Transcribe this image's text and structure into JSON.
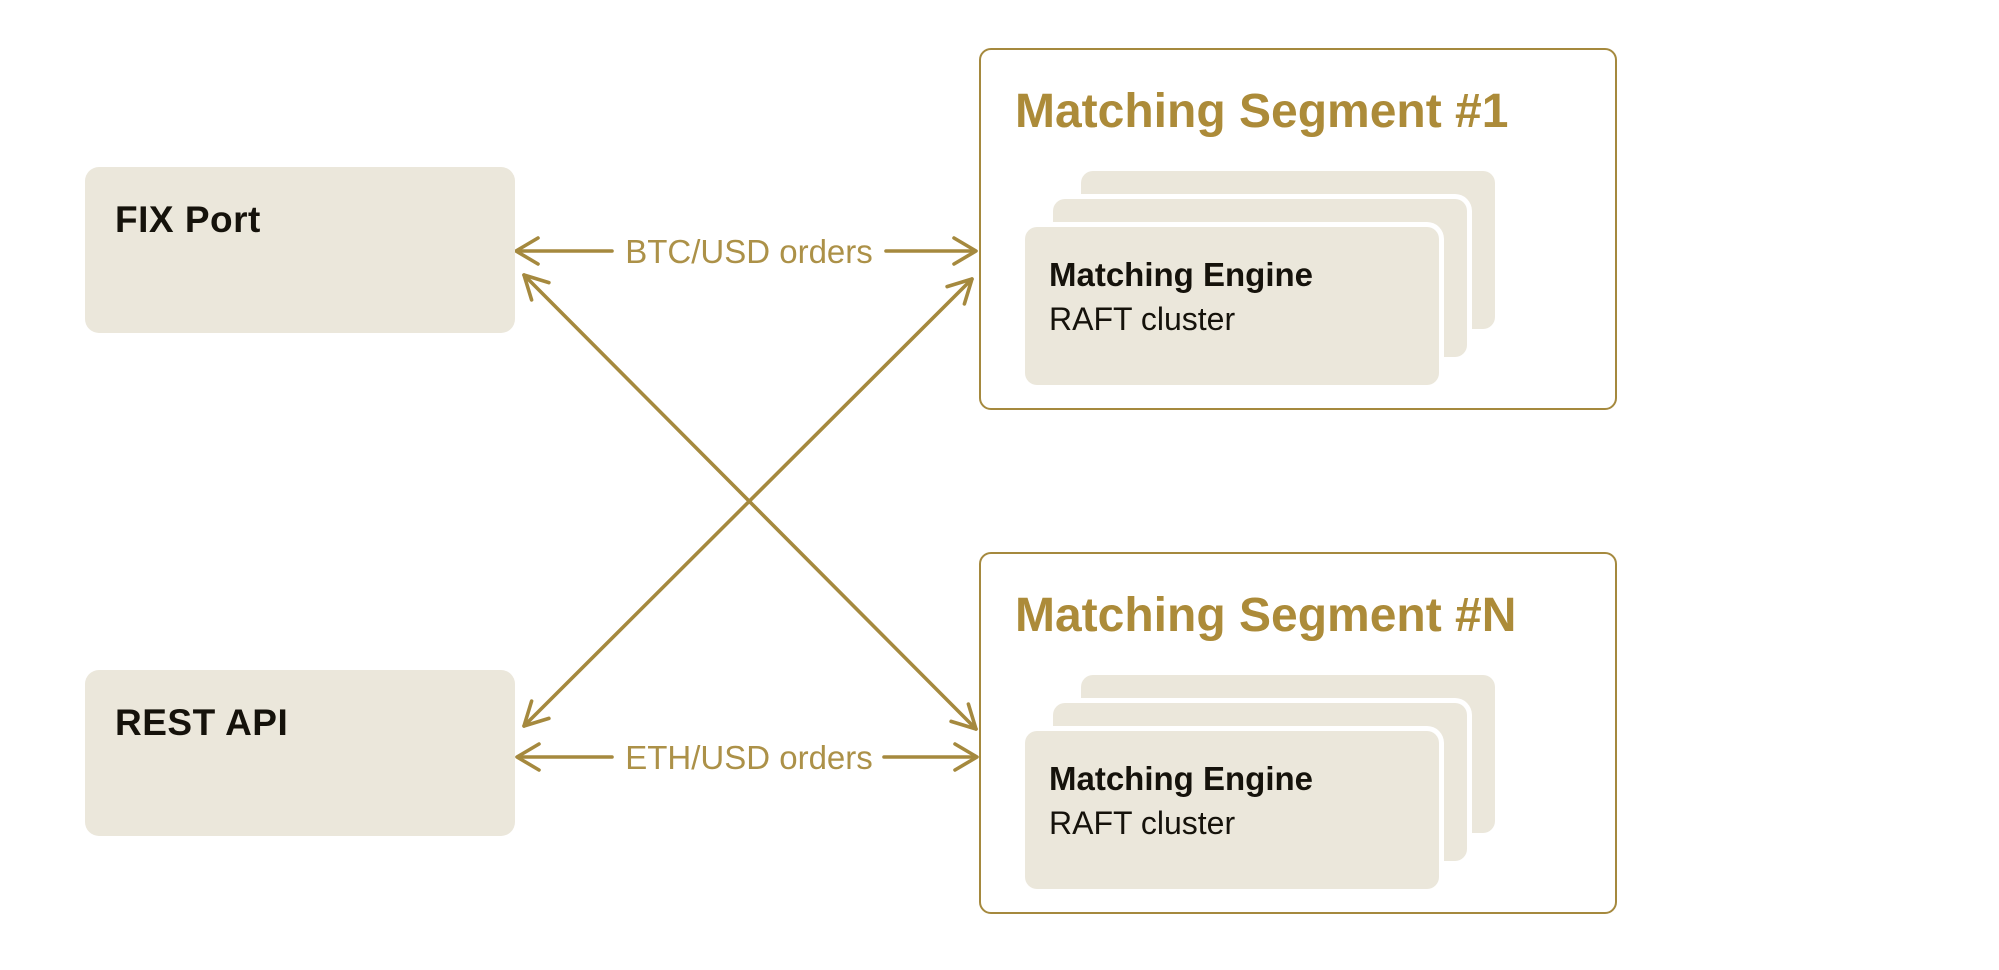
{
  "colors": {
    "gold-line": "#A5893E",
    "gold-text": "#AC8B39",
    "gold-label": "#AC9148",
    "beige": "#EBE7DB",
    "ink": "#15120B"
  },
  "sources": [
    {
      "label": "FIX Port"
    },
    {
      "label": "REST API"
    }
  ],
  "segments": [
    {
      "title": "Matching Segment #1",
      "card": {
        "title": "Matching Engine",
        "subtitle": "RAFT cluster"
      }
    },
    {
      "title": "Matching Segment #N",
      "card": {
        "title": "Matching Engine",
        "subtitle": "RAFT cluster"
      }
    }
  ],
  "flows": [
    {
      "label": "BTC/USD orders"
    },
    {
      "label": "ETH/USD orders"
    }
  ]
}
